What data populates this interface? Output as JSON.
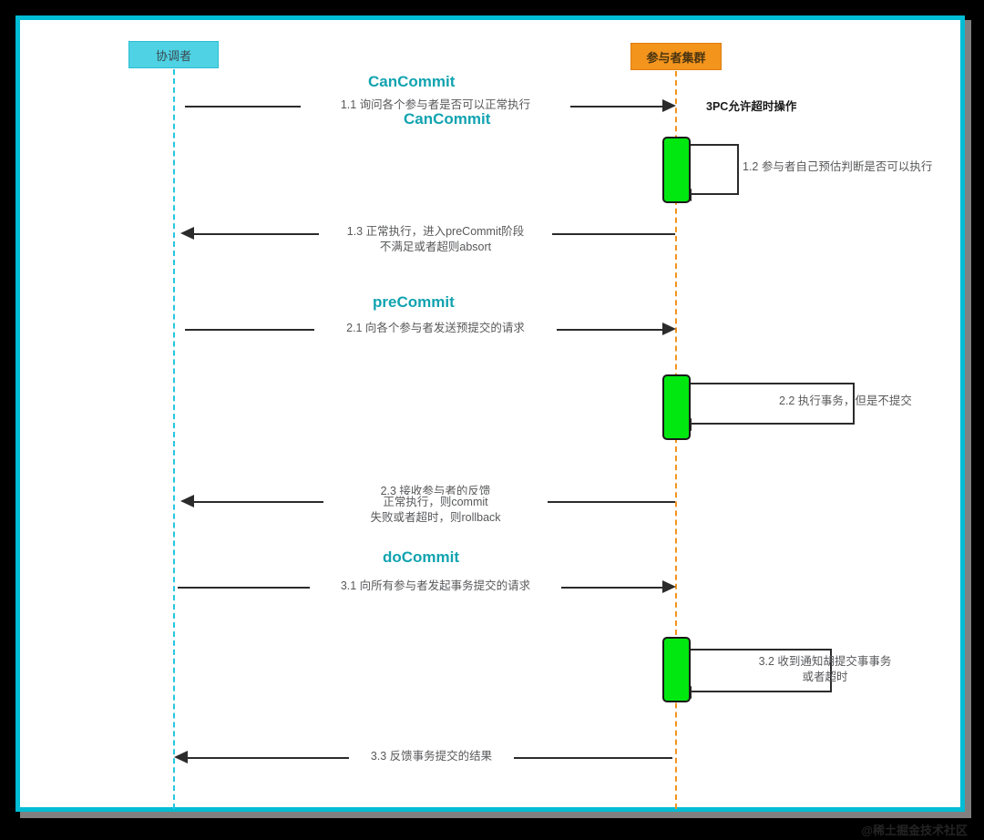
{
  "diagram": {
    "type": "sequence-diagram",
    "title_note": "3PC允许超时操作",
    "colors": {
      "coordinator_box": "#4fd2e3",
      "participants_box": "#f3941d",
      "activation": "#00e810",
      "phase_title": "#11a3b0",
      "frame": "#00bcd4",
      "message_text": "#58595b"
    }
  },
  "participants": [
    {
      "id": "coordinator",
      "label": "协调者",
      "lifeline_color": "#27c6dd"
    },
    {
      "id": "participants",
      "label": "参与者集群",
      "lifeline_color": "#f3941d"
    }
  ],
  "phases": [
    {
      "id": "cancommit",
      "label": "CanCommit"
    },
    {
      "id": "cancommit2",
      "label": "CanCommit"
    },
    {
      "id": "precommit",
      "label": "preCommit"
    },
    {
      "id": "docommit",
      "label": "doCommit"
    }
  ],
  "notes": [
    {
      "id": "note-3pc",
      "text": "3PC允许超时操作"
    }
  ],
  "messages": [
    {
      "id": "m-1-1",
      "number": "1.1",
      "direction": "right",
      "kind": "call",
      "lines": [
        "1.1 询问各个参与者是否可以正常执行"
      ]
    },
    {
      "id": "m-1-2",
      "number": "1.2",
      "direction": "self",
      "kind": "self-call",
      "lines": [
        "1.2 参与者自己预估判断是否可以执行"
      ]
    },
    {
      "id": "m-1-3",
      "number": "1.3",
      "direction": "left",
      "kind": "return",
      "lines": [
        "1.3 正常执行，进入preCommit阶段",
        "不满足或者超则absort"
      ]
    },
    {
      "id": "m-2-1",
      "number": "2.1",
      "direction": "right",
      "kind": "call",
      "lines": [
        "2.1 向各个参与者发送预提交的请求"
      ]
    },
    {
      "id": "m-2-2",
      "number": "2.2",
      "direction": "self",
      "kind": "self-call",
      "lines": [
        "2.2 执行事务，但是不提交"
      ]
    },
    {
      "id": "m-2-3",
      "number": "2.3",
      "direction": "left",
      "kind": "return",
      "lines": [
        "2.3 接收参与者的反馈",
        "正常执行，则commit",
        "失败或者超时，则rollback"
      ]
    },
    {
      "id": "m-3-1",
      "number": "3.1",
      "direction": "right",
      "kind": "call",
      "lines": [
        "3.1 向所有参与者发起事务提交的请求"
      ]
    },
    {
      "id": "m-3-2",
      "number": "3.2",
      "direction": "self",
      "kind": "self-call",
      "lines": [
        "3.2 收到通知胡提交事事务",
        "或者超时"
      ]
    },
    {
      "id": "m-3-3",
      "number": "3.3",
      "direction": "left",
      "kind": "return",
      "lines": [
        "3.3 反馈事务提交的结果"
      ]
    }
  ],
  "watermark": {
    "text": "@稀土掘金技术社区"
  }
}
